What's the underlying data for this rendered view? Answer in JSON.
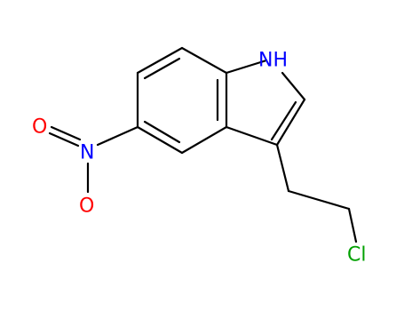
{
  "molecule": {
    "atoms": {
      "nh": {
        "text": "NH",
        "color": "#0000ff"
      },
      "n_nitro": {
        "text": "N",
        "color": "#0000ff"
      },
      "o_upper": {
        "text": "O",
        "color": "#ff0000"
      },
      "o_lower": {
        "text": "O",
        "color": "#ff0000"
      },
      "cl": {
        "text": "Cl",
        "color": "#00a000"
      }
    }
  }
}
